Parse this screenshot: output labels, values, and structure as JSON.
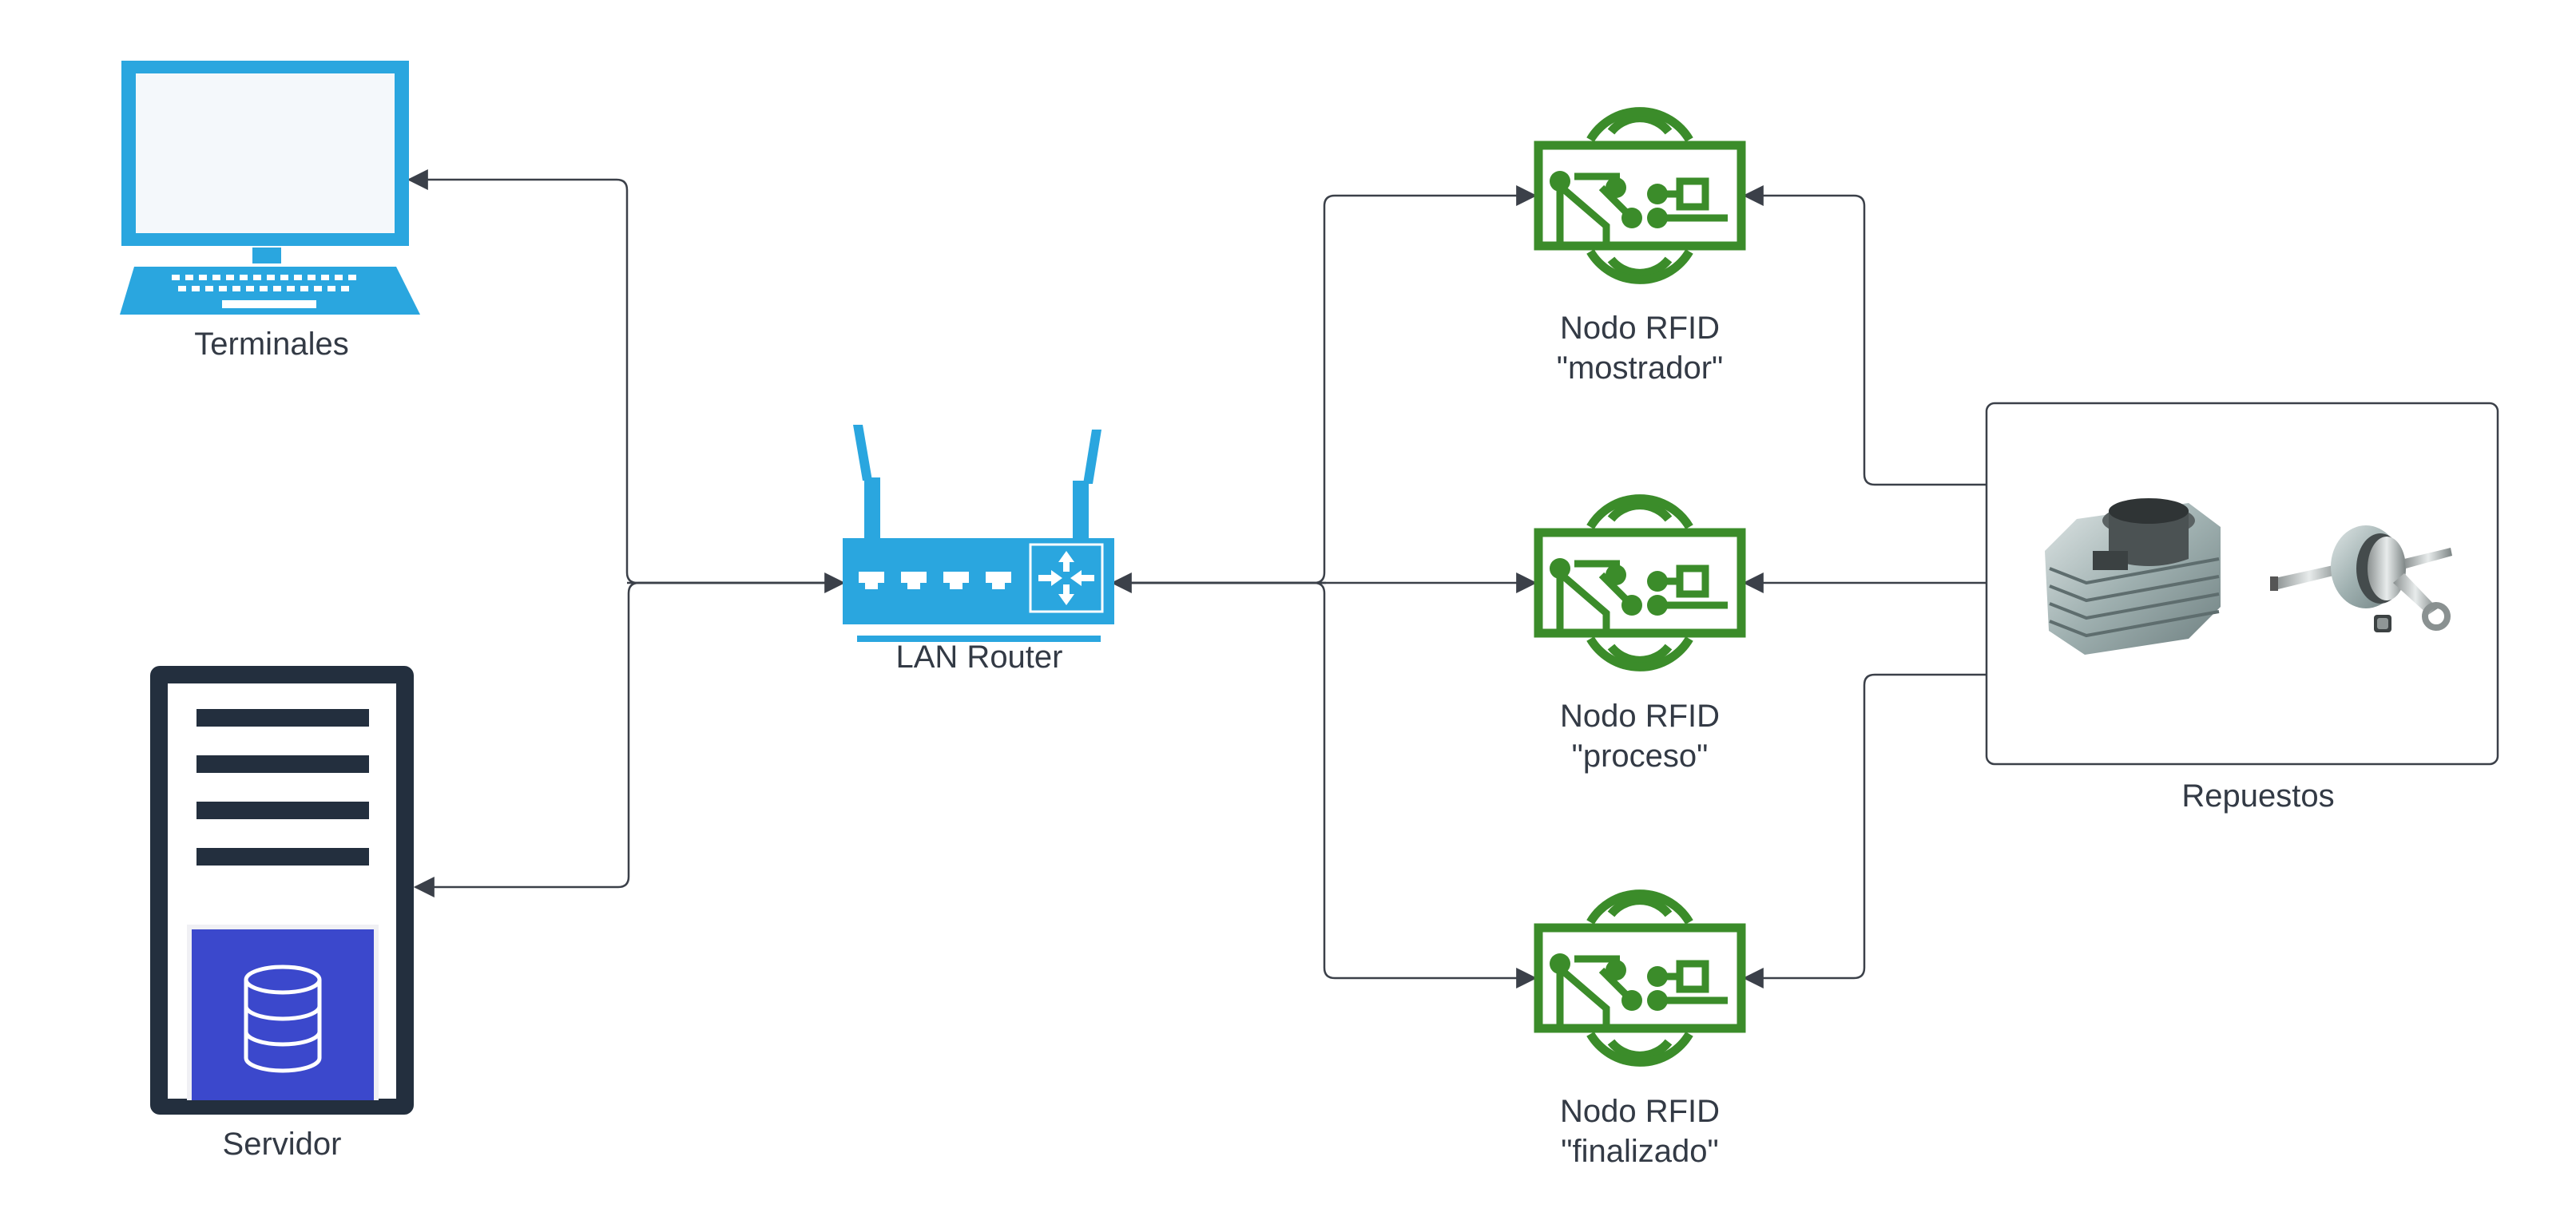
{
  "nodes": {
    "terminales": {
      "label": "Terminales",
      "icon": "laptop-icon"
    },
    "servidor": {
      "label": "Servidor",
      "icon": "server-database-icon"
    },
    "router": {
      "label": "LAN Router",
      "icon": "wireless-router-icon"
    },
    "rfid_mostrador": {
      "label_line1": "Nodo RFID",
      "label_line2": "\"mostrador\"",
      "icon": "rfid-circuit-icon"
    },
    "rfid_proceso": {
      "label_line1": "Nodo RFID",
      "label_line2": "\"proceso\"",
      "icon": "rfid-circuit-icon"
    },
    "rfid_finalizado": {
      "label_line1": "Nodo RFID",
      "label_line2": "\"finalizado\"",
      "icon": "rfid-circuit-icon"
    },
    "repuestos": {
      "label": "Repuestos",
      "items": [
        "cylinder-icon",
        "crankshaft-icon"
      ]
    }
  },
  "colors": {
    "network_blue": "#2aa6df",
    "rfid_green": "#3b8c2a",
    "server_dark": "#232f3e",
    "database_blue": "#3b48cc",
    "connector": "#3b4049",
    "text": "#333a45"
  }
}
